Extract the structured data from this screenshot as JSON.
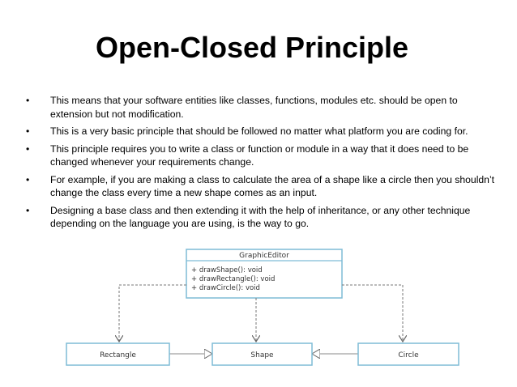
{
  "title": "Open-Closed Principle",
  "bullet_symbol": "•",
  "bullets": [
    "This means that your software entities like classes, functions, modules etc. should be open to extension but not modification.",
    "This is a very basic principle that should be followed no matter what platform you are coding for.",
    "This principle requires you to write a class or function or module in a way that it does need to be changed whenever your requirements change.",
    "For example, if you are making a class to calculate the area of a shape like a circle then you shouldn’t change the class every time a new shape comes as an input.",
    "Designing a base class and then extending it with the help of inheritance, or any other technique depending on the language you are using, is the way to go."
  ],
  "diagram": {
    "editor_class": {
      "name": "GraphicEditor",
      "methods": [
        "+ drawShape(): void",
        "+ drawRectangle(): void",
        "+ drawCircle(): void"
      ]
    },
    "classes": {
      "rectangle": "Rectangle",
      "shape": "Shape",
      "circle": "Circle"
    },
    "colors": {
      "box_border": "#7fbcd6",
      "box_fill": "#ffffff",
      "dependency_line": "#777777",
      "inheritance_line": "#888888"
    }
  }
}
